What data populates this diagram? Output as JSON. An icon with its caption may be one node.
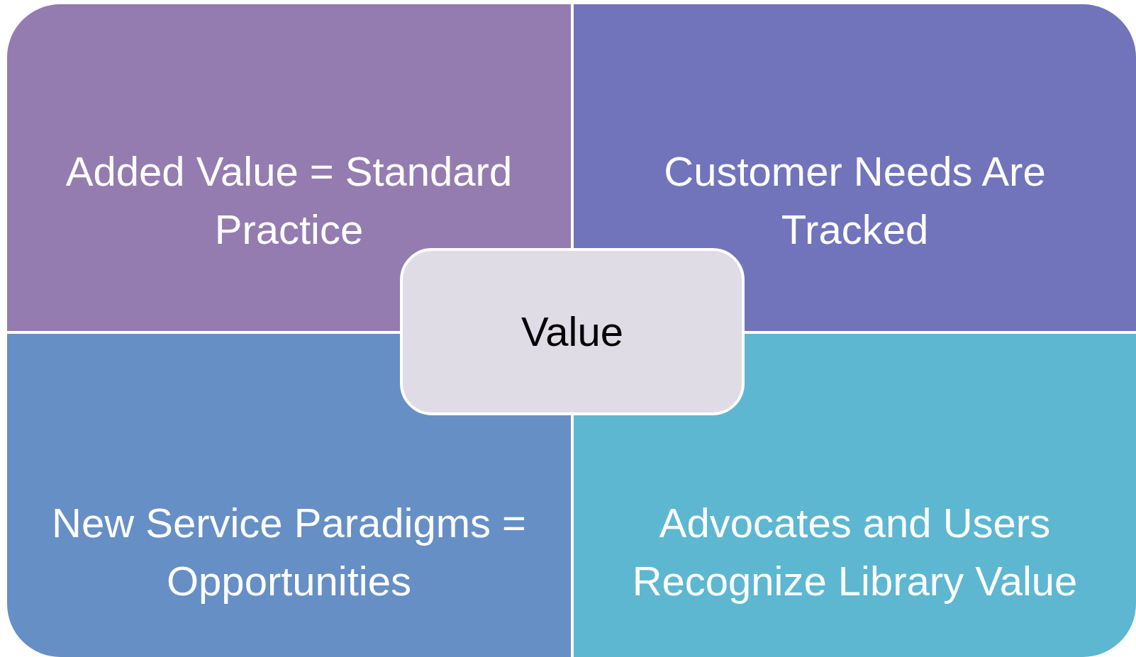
{
  "diagram": {
    "nodes": [
      {
        "text": [
          "Added Value = Standard Practice"
        ]
      },
      {
        "text": [
          "Customer Needs Are Tracked"
        ]
      },
      {
        "text": [
          "Value"
        ]
      },
      {
        "text": [
          "New Service Paradigms = Opportunities"
        ]
      },
      {
        "text": [
          "Advocates and Users Recognize Library Value"
        ]
      }
    ]
  }
}
